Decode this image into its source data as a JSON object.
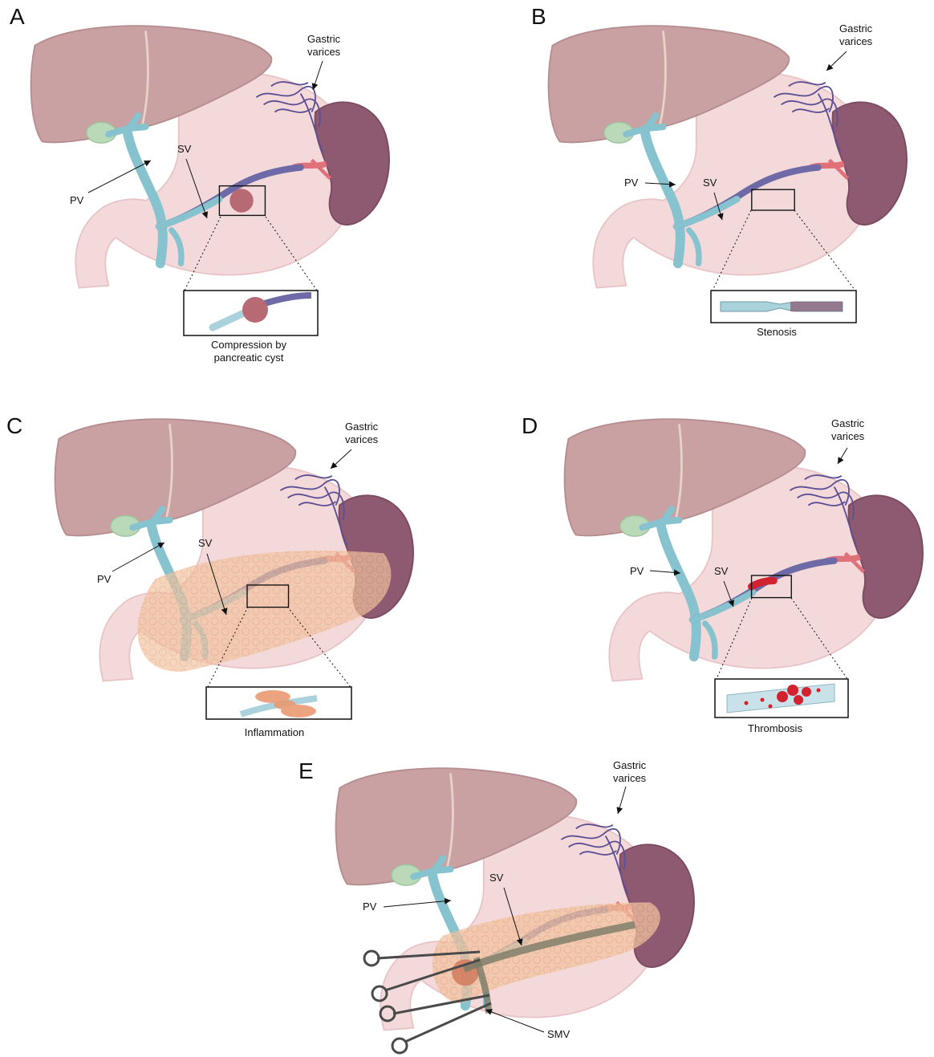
{
  "figure": {
    "panels": [
      {
        "letter": "A",
        "varices_line1": "Gastric",
        "varices_line2": "varices",
        "pv": "PV",
        "sv": "SV",
        "caption_line1": "Compression by",
        "caption_line2": "pancreatic cyst"
      },
      {
        "letter": "B",
        "varices_line1": "Gastric",
        "varices_line2": "varices",
        "pv": "PV",
        "sv": "SV",
        "caption_line1": "Stenosis",
        "caption_line2": ""
      },
      {
        "letter": "C",
        "varices_line1": "Gastric",
        "varices_line2": "varices",
        "pv": "PV",
        "sv": "SV",
        "caption_line1": "Inflammation",
        "caption_line2": ""
      },
      {
        "letter": "D",
        "varices_line1": "Gastric",
        "varices_line2": "varices",
        "pv": "PV",
        "sv": "SV",
        "caption_line1": "Thrombosis",
        "caption_line2": ""
      },
      {
        "letter": "E",
        "varices_line1": "Gastric",
        "varices_line2": "varices",
        "pv": "PV",
        "sv": "SV",
        "smv": "SMV"
      }
    ]
  },
  "colors": {
    "liver": "#c9a1a3",
    "liver_edge": "#b58d90",
    "stomach": "#f3d9da",
    "spleen": "#8e5a72",
    "portal_vein": "#86c3cf",
    "splenic_vein": "#6e6aa8",
    "pancreas": "#f2c3a0",
    "gallbladder": "#b9d9b8",
    "varices": "#5d4f93",
    "thrombus": "#d2222f",
    "cyst": "#b86a74"
  },
  "icons": [
    "liver-icon",
    "stomach-icon",
    "spleen-icon",
    "pancreas-icon",
    "portal-vein-icon",
    "varices-icon",
    "surgical-clamp-icon"
  ]
}
